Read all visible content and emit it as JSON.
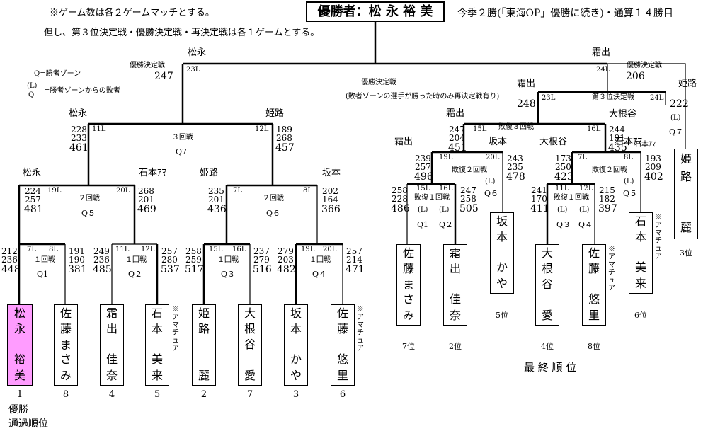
{
  "header": {
    "note1": "※ゲーム数は各２ゲームマッチとする。",
    "note2": "但し、第３位決定戦・優勝決定戦・再決定戦は各１ゲームとする。",
    "champion": "優勝者：松 永 裕 美",
    "record": "今季２勝(「東海OP」優勝に続き)・通算１４勝目"
  },
  "legend": {
    "q": "Q=勝者ゾーン",
    "lq_top": "(L)",
    "lq_bottom": "Q",
    "lq_text": "=勝者ゾーンからの敗者"
  },
  "final_left": {
    "label": "優勝決定戦",
    "score": "247",
    "lane": "23L",
    "name": "松永"
  },
  "final_right": {
    "label": "優勝決定戦",
    "score": "206",
    "lane": "24L",
    "name": "霜出"
  },
  "rematch": {
    "label": "優勝決定戦",
    "note": "(敗者ゾーンの選手が勝った時のみ再決定戦有り)"
  },
  "third": {
    "label": "第３位決定戦",
    "name_top": "霜出",
    "score_top": "248",
    "lane_top": "23L",
    "name_right": "姫路",
    "score_right": "222",
    "lane_right": "24L",
    "name_bottom": "大根谷",
    "lq": "(L)",
    "q": "Q７"
  },
  "r3": {
    "label": "３回戦",
    "q": "Q7",
    "left_name": "松永",
    "left_s1": "228",
    "left_s2": "233",
    "left_tot": "461",
    "left_lane": "11L",
    "right_name": "姫路",
    "right_s1": "189",
    "right_s2": "268",
    "right_tot": "457",
    "right_lane": "12L"
  },
  "r2": [
    {
      "label": "２回戦",
      "q": "Q５",
      "ln": "松永",
      "l1": "224",
      "l2": "257",
      "lt": "481",
      "ll": "19L",
      "rn": "石本ｱﾏ",
      "r1": "268",
      "r2": "201",
      "rt": "469",
      "rl": "20L"
    },
    {
      "label": "２回戦",
      "q": "Q６",
      "ln": "姫路",
      "l1": "235",
      "l2": "201",
      "lt": "436",
      "ll": "7L",
      "rn": "坂本",
      "r1": "202",
      "r2": "164",
      "rt": "366",
      "rl": "8L"
    }
  ],
  "r1": [
    {
      "label": "１回戦",
      "q": "Q1",
      "l1": "212",
      "l2": "236",
      "lt": "448",
      "ll": "7L",
      "r1": "191",
      "r2": "190",
      "rt": "381",
      "rl": "8L"
    },
    {
      "label": "１回戦",
      "q": "Q２",
      "l1": "249",
      "l2": "236",
      "lt": "485",
      "ll": "11L",
      "r1": "257",
      "r2": "280",
      "rt": "537",
      "rl": "12L"
    },
    {
      "label": "１回戦",
      "q": "Q３",
      "l1": "258",
      "l2": "259",
      "lt": "517",
      "ll": "15L",
      "r1": "237",
      "r2": "279",
      "rt": "516",
      "rl": "16L"
    },
    {
      "label": "１回戦",
      "q": "Q４",
      "l1": "279",
      "l2": "203",
      "lt": "482",
      "ll": "19L",
      "r1": "257",
      "r2": "214",
      "rt": "471",
      "rl": "20L"
    }
  ],
  "players": [
    {
      "top": "松",
      "mid": "永",
      "low": "裕",
      "bot": "美",
      "seed": "1",
      "amateur": ""
    },
    {
      "top": "佐",
      "mid": "藤",
      "low": "まさ",
      "bot": "み",
      "seed": "8",
      "amateur": ""
    },
    {
      "top": "霜",
      "mid": "出",
      "low": "佳",
      "bot": "奈",
      "seed": "4",
      "amateur": ""
    },
    {
      "top": "石",
      "mid": "本",
      "low": "美",
      "bot": "来",
      "seed": "5",
      "amateur": "※アマチュア"
    },
    {
      "top": "姫",
      "mid": "路",
      "low": "",
      "bot": "麗",
      "seed": "2",
      "amateur": ""
    },
    {
      "top": "大",
      "mid": "根",
      "low": "谷",
      "bot": "愛",
      "seed": "7",
      "amateur": ""
    },
    {
      "top": "坂",
      "mid": "本",
      "low": "か",
      "bot": "や",
      "seed": "3",
      "amateur": ""
    },
    {
      "top": "佐",
      "mid": "藤",
      "low": "悠",
      "bot": "里",
      "seed": "6",
      "amateur": "※アマチュア"
    }
  ],
  "seed_caption": {
    "champion": "優勝",
    "title": "通過順位"
  },
  "losers": {
    "lr3": {
      "label": "敗復３回戦",
      "ln": "霜出",
      "l1": "247",
      "l2": "204",
      "lt": "451",
      "ll": "15L",
      "rn": "大根谷",
      "r1": "244",
      "r2": "191",
      "rt": "435",
      "rl": "16L",
      "q_note": "石本ｱﾏ"
    },
    "lr2": [
      {
        "label": "敗復２回戦",
        "ln": "霜出",
        "l1": "239",
        "l2": "257",
        "lt": "496",
        "ll": "19L",
        "rn": "坂本",
        "r1": "243",
        "r2": "235",
        "rt": "478",
        "rl": "20L",
        "lq": "(L)",
        "q": "Q６"
      },
      {
        "label": "敗復２回戦",
        "ln": "大根谷",
        "l1": "173",
        "l2": "250",
        "lt": "423",
        "ll": "7L",
        "rn": "石本ｱﾏ",
        "r1": "193",
        "r2": "209",
        "rt": "402",
        "rl": "8L",
        "lq": "(L)",
        "q": "Q５"
      }
    ],
    "lr1": [
      {
        "label": "敗復１回戦",
        "l1": "258",
        "l2": "228",
        "lt": "486",
        "ll": "15L",
        "r1": "247",
        "r2": "258",
        "rt": "505",
        "rl": "16L",
        "lq_l": "(L)",
        "q_l": "Q1",
        "lq_r": "(L)",
        "q_r": "Q２"
      },
      {
        "label": "敗復１回戦",
        "l1": "241",
        "l2": "170",
        "lt": "411",
        "ll": "11L",
        "r1": "215",
        "r2": "182",
        "rt": "397",
        "rl": "12L",
        "lq_l": "(L)",
        "q_l": "Q３",
        "lq_r": "(L)",
        "q_r": "Q４"
      }
    ],
    "final_players": [
      {
        "top": "佐",
        "mid": "藤",
        "low": "まさ",
        "bot": "み",
        "rank": "7位",
        "amateur": ""
      },
      {
        "top": "霜",
        "mid": "出",
        "low": "佳",
        "bot": "奈",
        "rank": "2位",
        "amateur": ""
      },
      {
        "top": "坂",
        "mid": "本",
        "low": "か",
        "bot": "や",
        "rank": "5位",
        "amateur": ""
      },
      {
        "top": "大",
        "mid": "根",
        "low": "谷",
        "bot": "愛",
        "rank": "4位",
        "amateur": ""
      },
      {
        "top": "佐",
        "mid": "藤",
        "low": "悠",
        "bot": "里",
        "rank": "8位",
        "amateur": "※アマチュア"
      },
      {
        "top": "石",
        "mid": "本",
        "low": "美",
        "bot": "来",
        "rank": "6位",
        "amateur": "※アマチュア"
      },
      {
        "top": "姫",
        "mid": "路",
        "low": "",
        "bot": "麗",
        "rank": "3位",
        "amateur": ""
      }
    ],
    "final_title": "最 終 順 位"
  },
  "colors": {
    "winner_fill": "#ff9cff",
    "line": "#000000"
  }
}
